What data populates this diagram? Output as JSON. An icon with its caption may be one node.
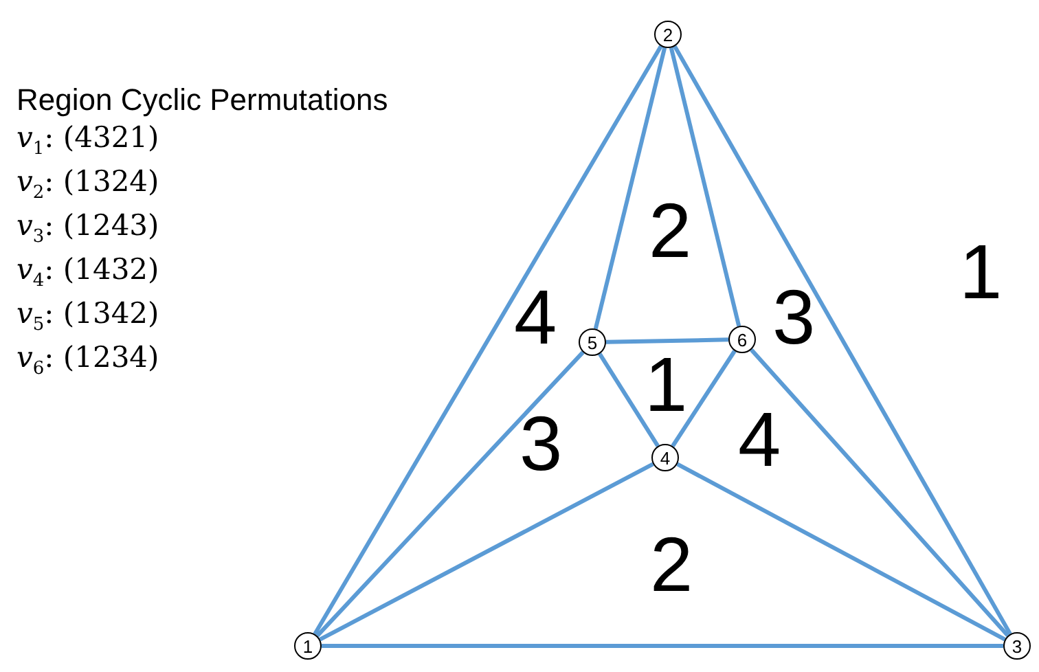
{
  "diagram": {
    "nodes": [
      {
        "text": [
          "1"
        ]
      },
      {
        "text": [
          "2"
        ]
      },
      {
        "text": [
          "3"
        ]
      },
      {
        "text": [
          "4"
        ]
      },
      {
        "text": [
          "5"
        ]
      },
      {
        "text": [
          "6"
        ]
      }
    ],
    "edges": [
      {
        "from": 0,
        "to": 1,
        "arrow": "none"
      },
      {
        "from": 1,
        "to": 2,
        "arrow": "none"
      },
      {
        "from": 0,
        "to": 2,
        "arrow": "none"
      },
      {
        "from": 1,
        "to": 4,
        "arrow": "none"
      },
      {
        "from": 1,
        "to": 5,
        "arrow": "none"
      },
      {
        "from": 4,
        "to": 5,
        "arrow": "none"
      },
      {
        "from": 4,
        "to": 3,
        "arrow": "none"
      },
      {
        "from": 5,
        "to": 3,
        "arrow": "none"
      },
      {
        "from": 0,
        "to": 4,
        "arrow": "none"
      },
      {
        "from": 0,
        "to": 3,
        "arrow": "none"
      },
      {
        "from": 2,
        "to": 3,
        "arrow": "none"
      },
      {
        "from": 2,
        "to": 5,
        "arrow": "none"
      }
    ],
    "labels": [
      "Region Cyclic Permutations",
      "*v*$_{1}$: (4321)",
      "*v*$_{2}$: (1324)",
      "*v*$_{3}$: (1243)",
      "*v*$_{4}$: (1432)",
      "*v*$_{5}$: (1342)",
      "*v*$_{6}$: (1234)",
      "2",
      "1",
      "4",
      "3",
      "1",
      "3",
      "4",
      "2"
    ]
  }
}
